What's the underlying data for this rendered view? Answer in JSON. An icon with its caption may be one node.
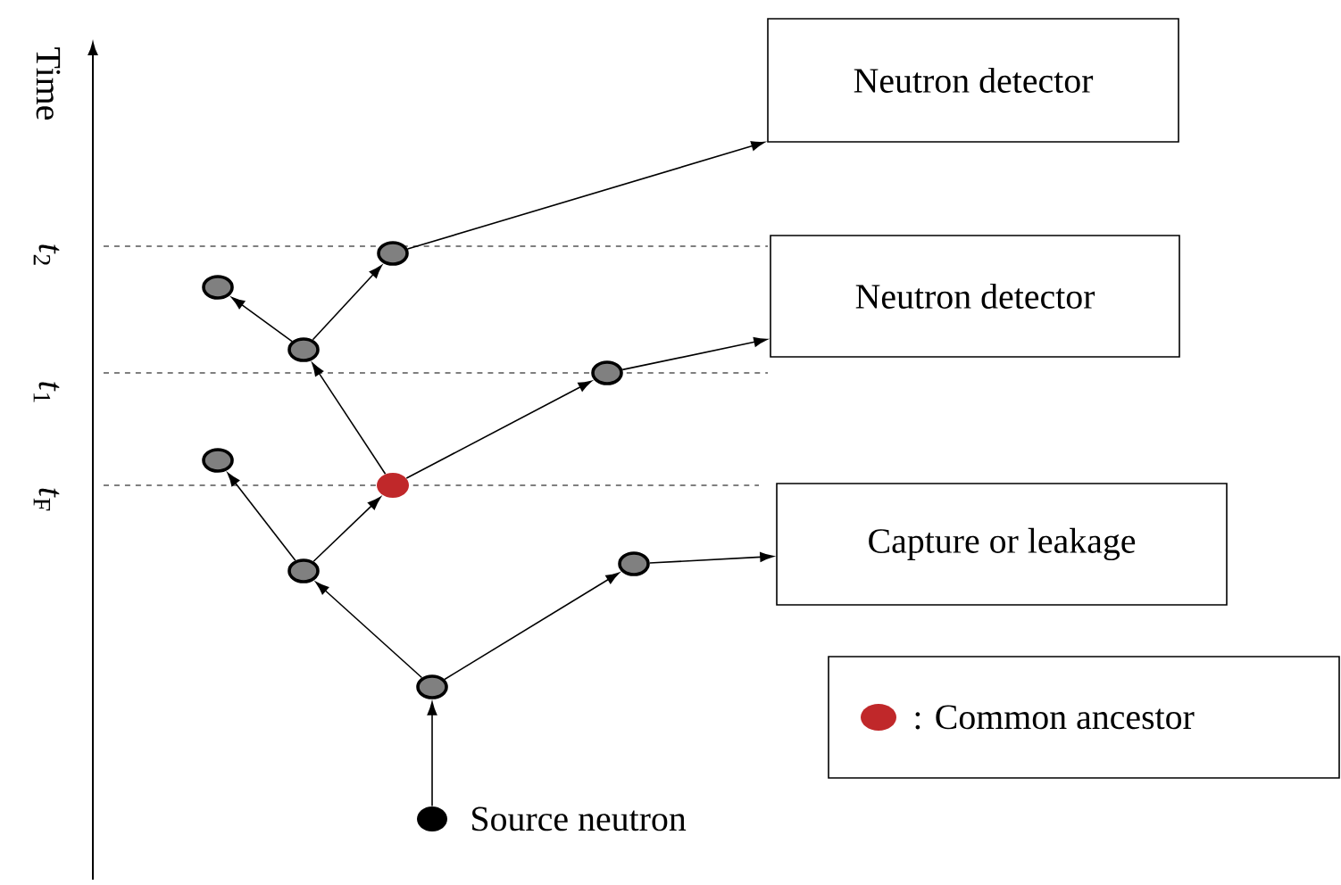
{
  "diagram": {
    "nodes": [
      {
        "text": [
          "Neutron detector"
        ]
      },
      {
        "text": [
          "Neutron detector"
        ]
      },
      {
        "text": [
          "Capture or leakage"
        ]
      },
      {
        "text": [],
        "shape": "circle",
        "beside": [
          "Source neutron"
        ]
      },
      {
        "text": [],
        "shape": "circle"
      },
      {
        "text": [],
        "shape": "circle"
      },
      {
        "text": [],
        "shape": "circle"
      },
      {
        "text": [],
        "shape": "circle"
      },
      {
        "text": [],
        "shape": "circle"
      },
      {
        "text": [],
        "shape": "circle"
      },
      {
        "text": [],
        "shape": "circle"
      },
      {
        "text": [],
        "shape": "circle"
      },
      {
        "text": [],
        "shape": "circle"
      }
    ],
    "edges": [
      {
        "from": 3,
        "to": 4,
        "arrow": "to"
      },
      {
        "from": 4,
        "to": 5,
        "arrow": "to"
      },
      {
        "from": 4,
        "to": 6,
        "arrow": "to"
      },
      {
        "from": 6,
        "to": 2,
        "arrow": "to"
      },
      {
        "from": 5,
        "to": 8,
        "arrow": "to"
      },
      {
        "from": 5,
        "to": 7,
        "arrow": "to"
      },
      {
        "from": 7,
        "to": 9,
        "arrow": "to"
      },
      {
        "from": 7,
        "to": 10,
        "arrow": "to"
      },
      {
        "from": 10,
        "to": 1,
        "arrow": "to"
      },
      {
        "from": 9,
        "to": 11,
        "arrow": "to"
      },
      {
        "from": 9,
        "to": 12,
        "arrow": "to"
      },
      {
        "from": 12,
        "to": 0,
        "arrow": "to"
      }
    ],
    "labels": [
      "Time",
      "*t*$_{2}$",
      "*t*$_{1}$",
      "*t*$_{F}$"
    ],
    "legend": [
      {
        "text": ": Common ancestor",
        "color": "#c0282a"
      }
    ]
  }
}
